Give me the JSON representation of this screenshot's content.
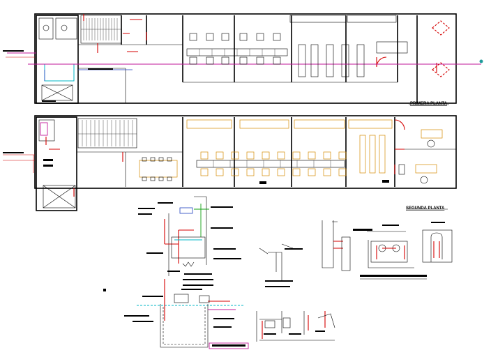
{
  "drawing": {
    "plans": [
      {
        "id": "first-floor",
        "title": "PRIMERA PLANTA"
      },
      {
        "id": "second-floor",
        "title": "SEGUNDA PLANTA"
      }
    ],
    "colors": {
      "walls": "#000000",
      "doors": "#d40000",
      "pipes_magenta": "#c21a9a",
      "pipes_blue": "#1f3fbf",
      "water_cyan": "#00b7c7",
      "vent_green": "#13a013",
      "furniture_orange": "#d68a00"
    }
  }
}
